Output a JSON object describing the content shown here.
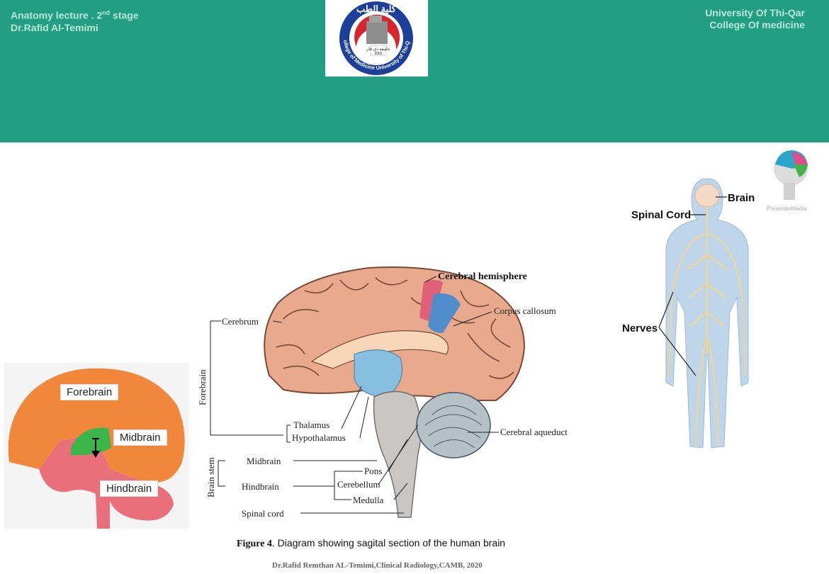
{
  "header": {
    "left_line1_main": "Anatomy lecture . 2",
    "left_line1_sup": "nd",
    "left_line1_end": " stage",
    "left_line2": "Dr.Rafid Al-Temimi",
    "right_line1": "University Of Thi-Qar",
    "right_line2": "College Of  medicine"
  },
  "logo": {
    "arabic_top": "كلية الطب",
    "ring_text": "College of Medicine University of Thi-Qar",
    "inner_arabic": "جامعة ذي قار",
    "year": "2002"
  },
  "brain_regions": {
    "forebrain": "Forebrain",
    "midbrain": "Midbrain",
    "hindbrain": "Hindbrain"
  },
  "sagittal": {
    "cerebral_hemisphere": "Cerebral hemisphere",
    "corpus_callosum": "Corpus callosum",
    "cerebrum": "Cerebrum",
    "forebrain": "Forebrain",
    "thalamus": "Thalamus",
    "hypothalamus": "Hypothalamus",
    "cerebral_aqueduct": "Cerebral aqueduct",
    "brain_stem": "Brain stem",
    "midbrain": "Midbrain",
    "hindbrain": "Hindbrain",
    "pons": "Pons",
    "cerebellum": "Cerebellum",
    "medulla": "Medulla",
    "spinal_cord": "Spinal cord"
  },
  "body_diagram": {
    "brain": "Brain",
    "spinal_cord": "Spinal Cord",
    "nerves": "Nerves"
  },
  "caption": {
    "figure": "Figure 4",
    "text": ". Diagram showing sagital section of the human brain"
  },
  "credit": "Dr.Rafid Remthan AL-Temimi,Clinical Radiology,CAMB, 2020",
  "watermark": "PresenterMedia",
  "colors": {
    "banner": "#229e82",
    "forebrain": "#f0873a",
    "midbrain": "#3bb54a",
    "hindbrain": "#e9707a"
  }
}
